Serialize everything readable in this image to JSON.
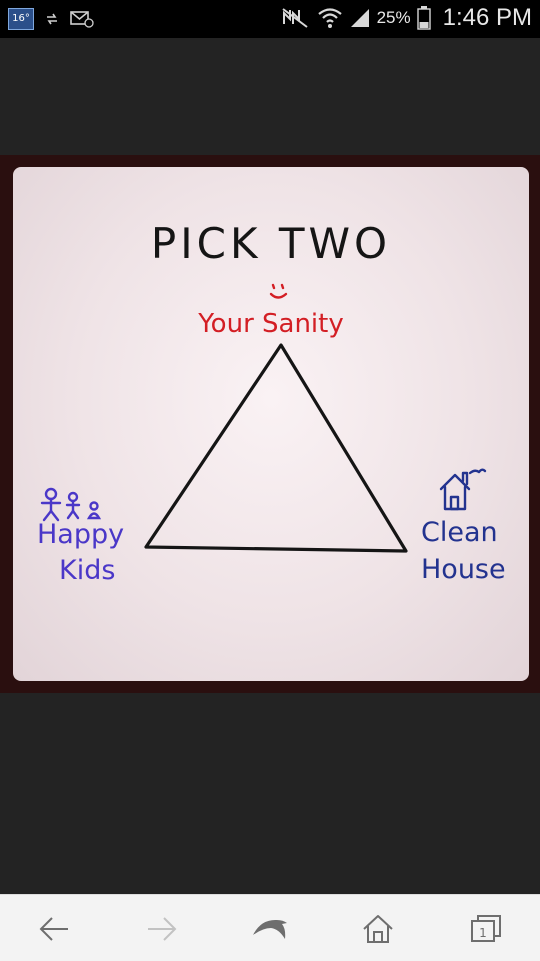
{
  "status_bar": {
    "temperature": "16°",
    "battery_percent": "25%",
    "time": "1:46 PM",
    "icons": [
      "weather-badge",
      "sync-icon",
      "email-icon",
      "mute-icon",
      "wifi-icon",
      "signal-icon",
      "battery-icon"
    ]
  },
  "image": {
    "title": "PICK TWO",
    "smiley": "˘˘\n‿",
    "top_label": "Your Sanity",
    "left_label_line1": "Happy",
    "left_label_line2": "Kids",
    "right_label_line1": "Clean",
    "right_label_line2": "House",
    "colors": {
      "title": "#151515",
      "top_label": "#d31e24",
      "left_label": "#4a37c8",
      "right_label": "#23338f"
    }
  },
  "nav_bar": {
    "buttons": [
      "back-arrow-icon",
      "forward-arrow-icon",
      "dolphin-icon",
      "home-icon",
      "tabs-icon"
    ],
    "tab_count": "1"
  }
}
